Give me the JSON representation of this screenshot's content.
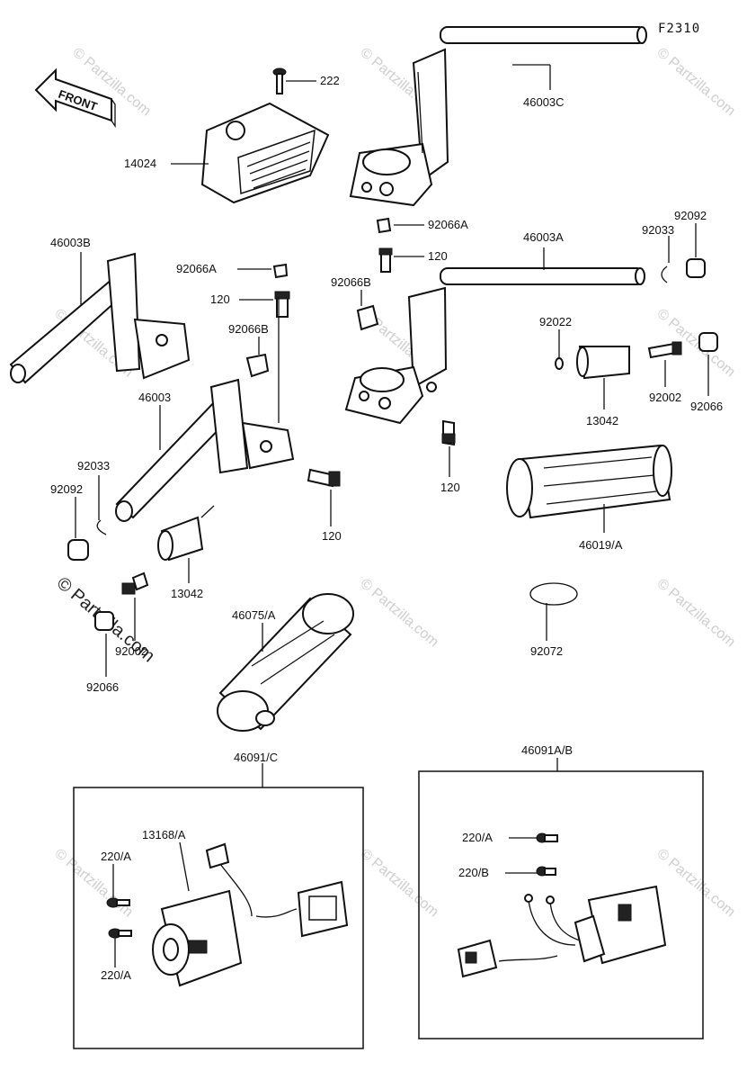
{
  "figure_code": "F2310",
  "front_label": "FRONT",
  "watermark": "© Partzilla.com",
  "labels": {
    "p222": "222",
    "p14024": "14024",
    "p46003C": "46003C",
    "p92066A_top": "92066A",
    "p120_top": "120",
    "p46003A": "46003A",
    "p92033_r": "92033",
    "p92092_r": "92092",
    "p46003B": "46003B",
    "p92066A_l": "92066A",
    "p120_l": "120",
    "p92066B_l": "92066B",
    "p92066B_c": "92066B",
    "p92022": "92022",
    "p46003": "46003",
    "p13042_r": "13042",
    "p92002_r": "92002",
    "p92066_r": "92066",
    "p120_c": "120",
    "p92033_l": "92033",
    "p92092_l": "92092",
    "p120_m": "120",
    "p46019A": "46019/A",
    "p13042_l": "13042",
    "p46075A": "46075/A",
    "p92002_l": "92002",
    "p92072": "92072",
    "p92066_l": "92066",
    "p46091C": "46091/C",
    "p46091AB": "46091A/B",
    "p13168A": "13168/A",
    "p220A_1": "220/A",
    "p220A_2": "220/A",
    "p220A_3": "220/A",
    "p220B": "220/B"
  }
}
